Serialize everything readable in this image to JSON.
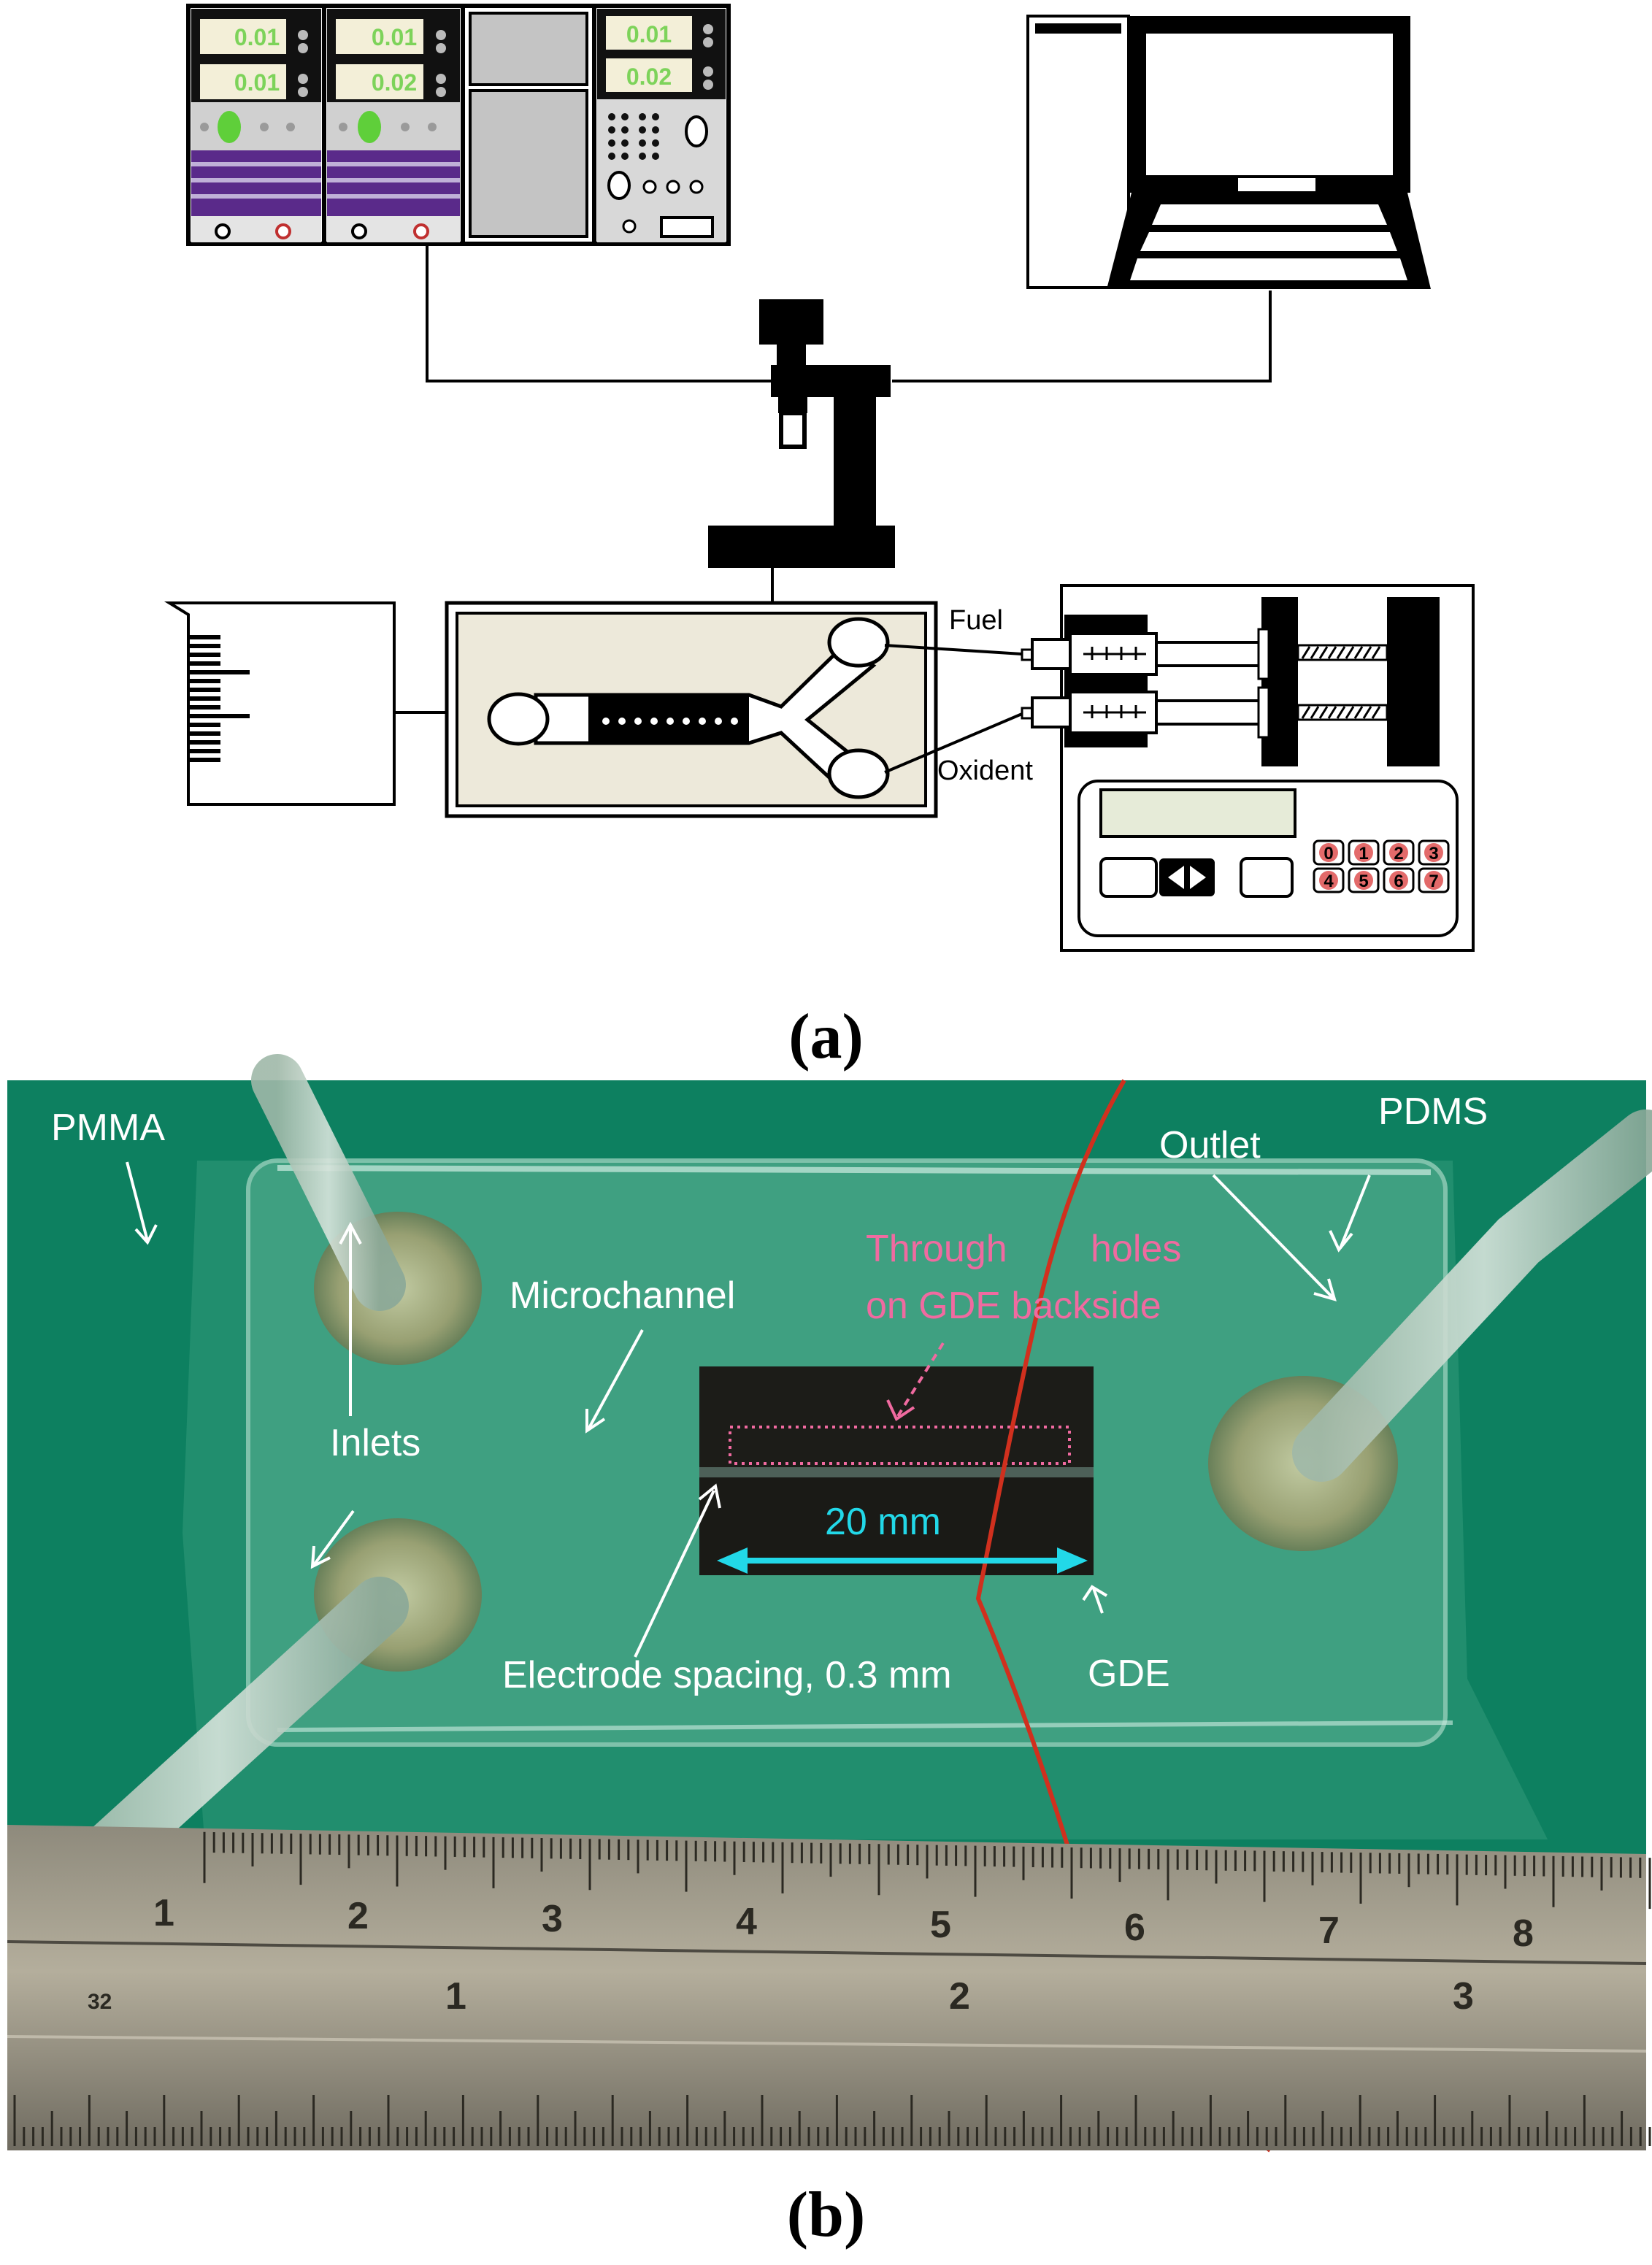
{
  "panel_a": {
    "caption_letter": "a",
    "labels": {
      "fuel": "Fuel",
      "oxidant": "Oxident"
    },
    "displays": {
      "psu1_top": "0.01",
      "psu1_bottom": "0.01",
      "psu2_top": "0.01",
      "psu2_bottom": "0.02",
      "meter_top": "0.01",
      "meter_bottom": "0.02"
    },
    "pump_keys": [
      "0",
      "1",
      "2",
      "3",
      "4",
      "5",
      "6",
      "7"
    ],
    "icons": [
      "power-supply-icon",
      "multimeter-icon",
      "desktop-computer-icon",
      "laptop-icon",
      "microscope-icon",
      "beaker-icon",
      "microfluidic-chip-icon",
      "syringe-pump-icon"
    ]
  },
  "panel_b": {
    "caption_letter": "b",
    "labels": {
      "pmma": "PMMA",
      "pdms": "PDMS",
      "outlet": "Outlet",
      "inlets": "Inlets",
      "microchannel": "Microchannel",
      "through_holes_1": "Through",
      "through_holes_2": "holes",
      "through_holes_3": "on GDE backside",
      "length": "20 mm",
      "spacing": "Electrode spacing, 0.3 mm",
      "gde": "GDE"
    },
    "ruler_top_numbers": [
      "1",
      "2",
      "3",
      "4",
      "5",
      "6",
      "7",
      "8"
    ],
    "ruler_bottom_numbers": [
      "32",
      "1",
      "2",
      "3"
    ],
    "colors": {
      "background": "#0d8060",
      "label": "#ffffff",
      "highlight_label": "#f06aa0",
      "dimension": "#22d8e8",
      "wire": "#d0301e"
    }
  }
}
